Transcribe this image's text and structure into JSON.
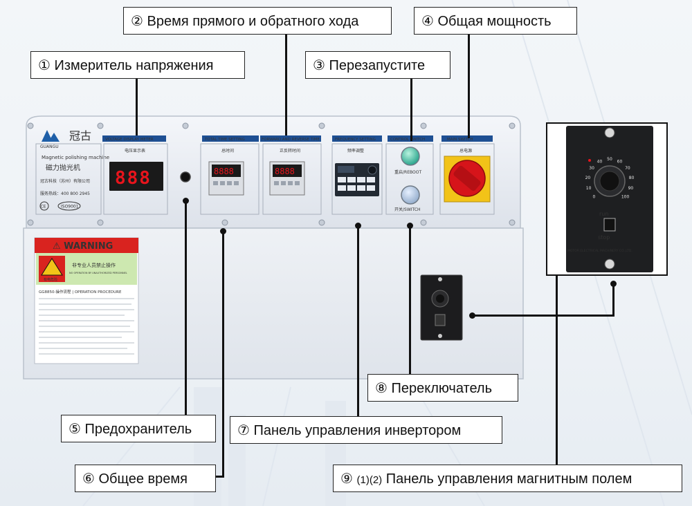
{
  "callouts": {
    "c1": "① Измеритель напряжения",
    "c2": "② Время прямого и обратного хода",
    "c3": "③ Перезапустите",
    "c4": "④ Общая мощность",
    "c5": "⑤ Предохранитель",
    "c6": "⑥  Общее время",
    "c7": "⑦ Панель управления инвертором",
    "c8": "⑧ Переключатель",
    "c9_num": "⑨",
    "c9_small": "(1)(2)",
    "c9_text": "Панель управления магнитным полем"
  },
  "machine": {
    "brand_cn": "冠古",
    "brand_en": "GUANGU",
    "product_en": "Magnetic polishing machine",
    "product_cn": "磁力抛光机",
    "company_cn": "冠古科技（苏州）有限公司",
    "hotline": "服务热线：400 800 2945",
    "iso": "ISO9001",
    "ce": "CE",
    "header_voltage": "VOLTAGE DISPLAY METER",
    "header_total_time": "TOTAL TIME SETTING",
    "header_fwd_rev": "FORWARD AND REVERSE TIME",
    "header_frequency": "FREQUENCY SETTING",
    "header_control": "CONTROL SWITCH",
    "header_main": "MAIN SWITCH",
    "voltage_label_cn": "电压显示表",
    "voltage_display": "888",
    "total_time_cn": "总时间",
    "fwd_rev_cn": "正反转时间",
    "timer_display": "8888",
    "freq_cn": "频率调整",
    "reboot_label": "重启/REBOOT",
    "switch_label": "开关/SWITCH",
    "main_power_cn": "总电源",
    "warning_title": "⚠ WARNING",
    "warning_cn": "非专业人员禁止操作",
    "warning_en": "NO OPERATION BY UNAUTHORIZED PERSONNEL",
    "danger_cn": "有电危险",
    "procedure_title": "GG8850-操作流程 | OPERATION PROCEDURE"
  },
  "speed_panel": {
    "run": "run",
    "stop": "stop",
    "maker": "MOTOR ELECTRICAL MACHINERY CO.,LTD.",
    "dial_ticks": [
      "0",
      "10",
      "20",
      "30",
      "40",
      "50",
      "60",
      "70",
      "80",
      "90",
      "100"
    ]
  },
  "colors": {
    "panel_body": "#e8ecf2",
    "warning_red": "#d9231f",
    "sticker_green": "#cde8b0",
    "main_switch_yellow": "#f2c318",
    "main_switch_red": "#d6141a",
    "display_red": "#e8141c"
  }
}
